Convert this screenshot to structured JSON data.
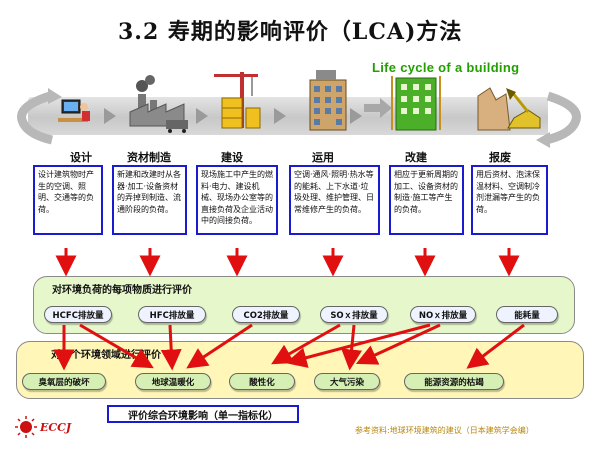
{
  "title": "3.2  寿期的影响评价（LCA)方法",
  "subtitle": "Life cycle of a building",
  "stages": [
    {
      "label": "设计",
      "description": "设计建筑物时产生的空调、照明、交通等的负荷。"
    },
    {
      "label": "资材制造",
      "description": "新建和改建时从各器·加工·设备资材的弄掉到制造、流通阶段的负荷。"
    },
    {
      "label": "建设",
      "description": "现场施工中产生的燃料·电力、建设机械、现场办公室等的直接负荷及企业活动中的间接负荷。"
    },
    {
      "label": "运用",
      "description": "空调·通风·照明·热水等的能耗、上下水道·垃圾处理、维护管理、日常维修产生的负荷。"
    },
    {
      "label": "改建",
      "description": "相应于更新周期的加工、设备资材的制造·施工等产生的负荷。"
    },
    {
      "label": "报废",
      "description": "用后资材、泡沫保温材料、空调制冷剂泄漏等产生的负荷。"
    }
  ],
  "load_group": {
    "title": "对环境负荷的每项物质进行评价",
    "items": [
      "HCFC排放量",
      "HFC排放量",
      "CO2排放量",
      "SOｘ排放量",
      "NOｘ排放量",
      "能耗量"
    ]
  },
  "env_group": {
    "title": "对每个环境领域进行评价",
    "items": [
      "臭氧层的破坏",
      "地球温暖化",
      "酸性化",
      "大气污染",
      "能源资源的枯竭"
    ]
  },
  "summary": "评价综合环境影响（单一指标化）",
  "logo": "ECCJ",
  "reference": "参考资料:地球环境建筑的建议（日本建筑学会编）",
  "colors": {
    "box_border": "#1a1ad0",
    "arrow": "#e01010",
    "group1_bg": "#e6f7cc",
    "group2_bg": "#fff6b8",
    "subtitle": "#22a000"
  }
}
